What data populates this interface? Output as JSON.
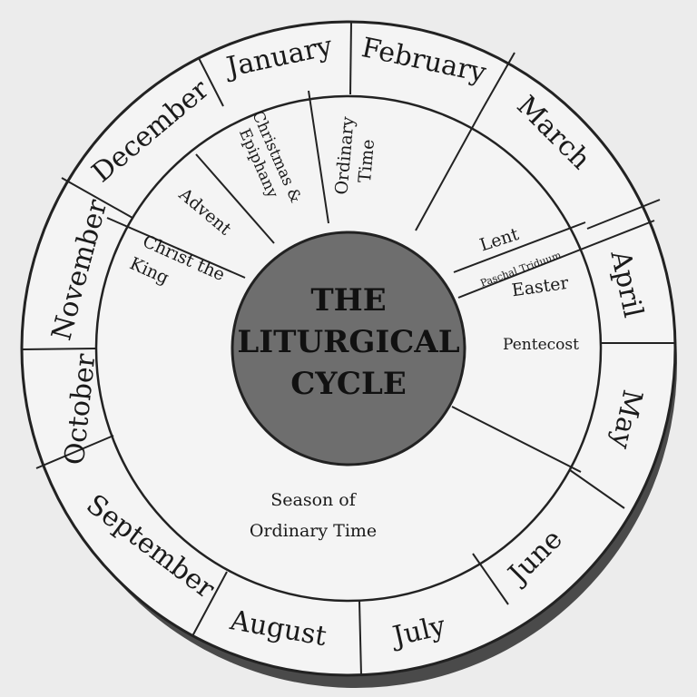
{
  "center": {
    "line1": "THE",
    "line2": "LITURGICAL",
    "line3": "CYCLE"
  },
  "months": {
    "january": "January",
    "february": "February",
    "march": "March",
    "april": "April",
    "may": "May",
    "june": "June",
    "july": "July",
    "august": "August",
    "september": "September",
    "october": "October",
    "november": "November",
    "december": "December"
  },
  "seasons": {
    "advent": "Advent",
    "christmas_line1": "Christmas &",
    "christmas_line2": "Epiphany",
    "ordinary_line1": "Ordinary",
    "ordinary_line2": "Time",
    "christ_line1": "Christ the",
    "christ_line2": "King",
    "lent": "Lent",
    "triduum": "Paschal Triduum",
    "easter": "Easter",
    "pentecost": "Pentecost",
    "season_ot_line1": "Season of",
    "season_ot_line2": "Ordinary Time"
  },
  "colors": {
    "background": "#ececec",
    "wheel": "#f4f4f4",
    "center_fill": "#6e6e6e",
    "shadow": "#4a4a4a",
    "line": "#222222"
  }
}
